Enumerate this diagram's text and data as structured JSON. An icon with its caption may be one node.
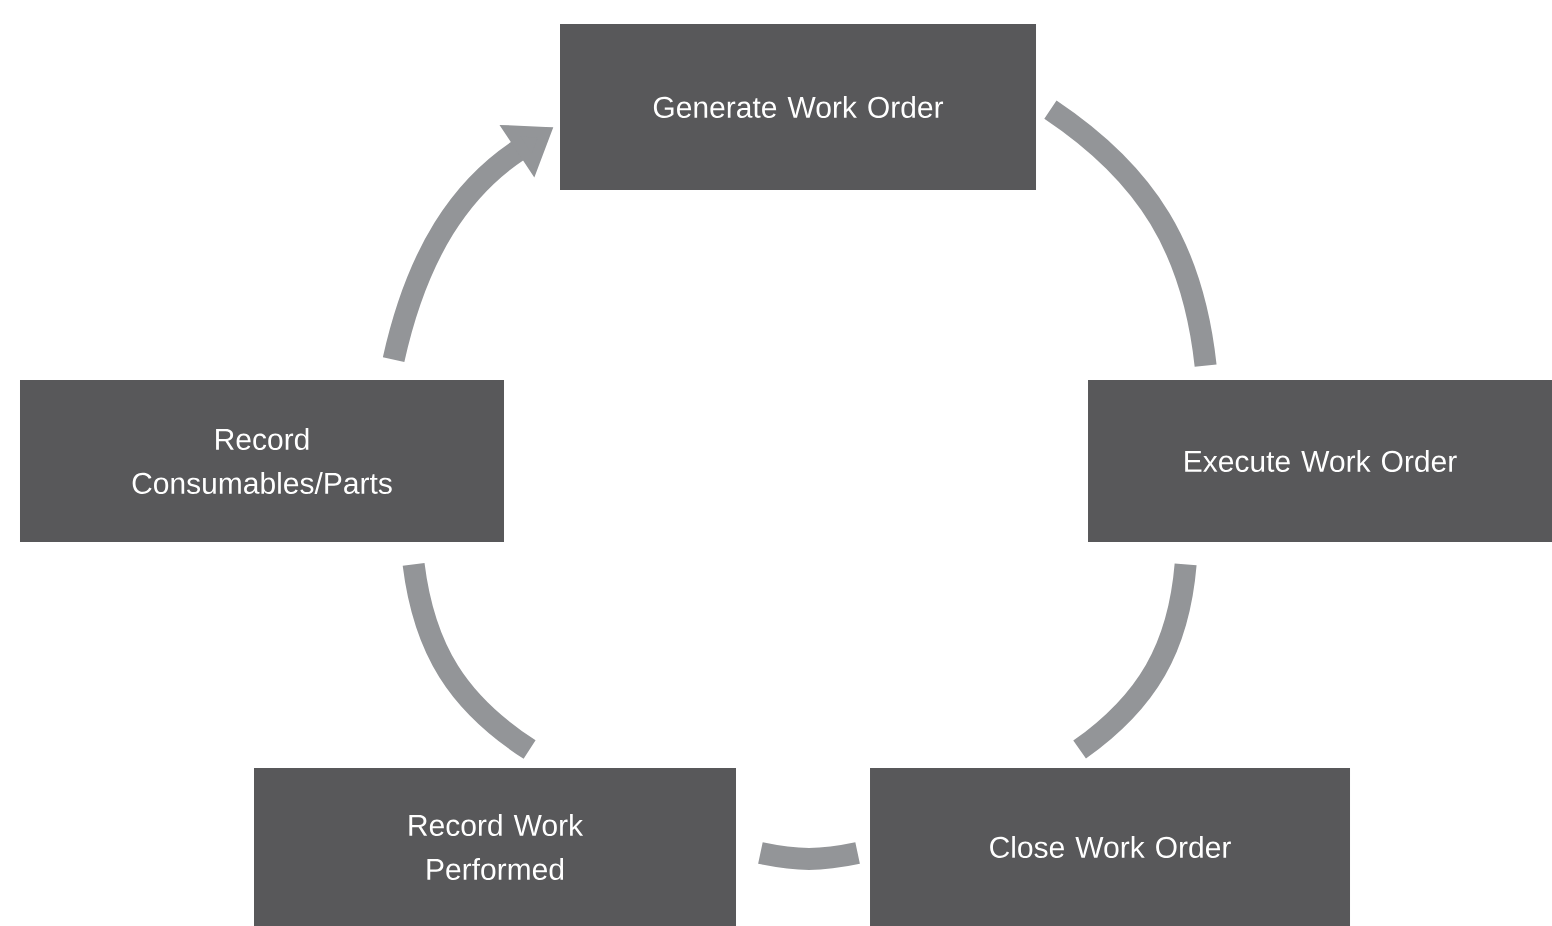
{
  "diagram": {
    "nodes": [
      {
        "text": [
          "Generate Work Order"
        ]
      },
      {
        "text": [
          "Execute Work Order"
        ]
      },
      {
        "text": [
          "Close Work Order"
        ]
      },
      {
        "text": [
          "Record Work Performed"
        ]
      },
      {
        "text": [
          "Record Consumables/Parts"
        ]
      }
    ],
    "edges": [
      {
        "from": 0,
        "to": 1,
        "arrow": "none"
      },
      {
        "from": 1,
        "to": 2,
        "arrow": "none"
      },
      {
        "from": 2,
        "to": 3,
        "arrow": "none"
      },
      {
        "from": 3,
        "to": 4,
        "arrow": "none"
      },
      {
        "from": 4,
        "to": 0,
        "arrow": "to"
      }
    ]
  }
}
